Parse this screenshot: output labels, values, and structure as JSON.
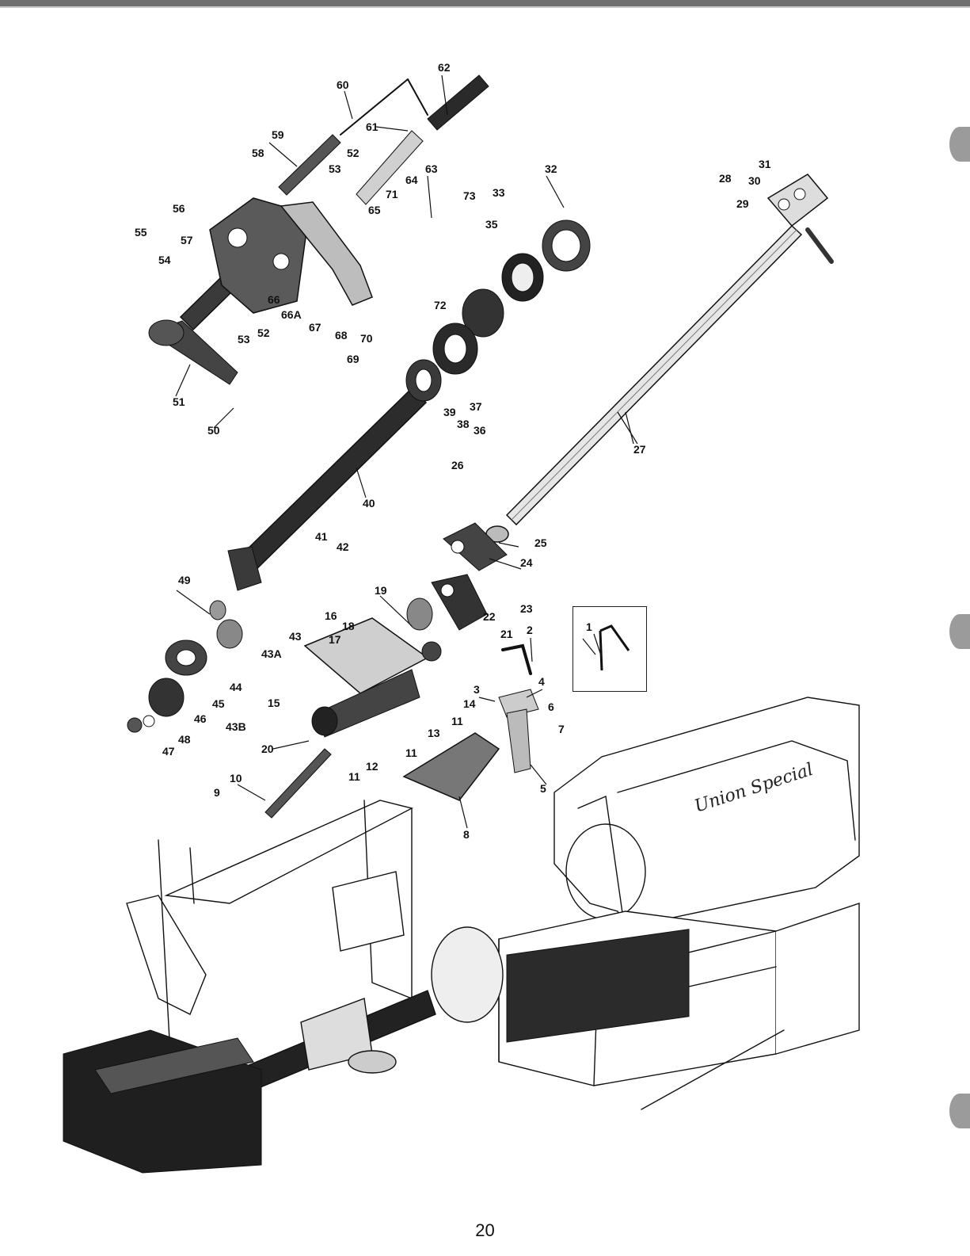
{
  "page_number": "20",
  "callouts": [
    {
      "id": "c1",
      "text": "1"
    },
    {
      "id": "c2",
      "text": "2"
    },
    {
      "id": "c3",
      "text": "3"
    },
    {
      "id": "c4",
      "text": "4"
    },
    {
      "id": "c5",
      "text": "5"
    },
    {
      "id": "c6",
      "text": "6"
    },
    {
      "id": "c7",
      "text": "7"
    },
    {
      "id": "c8",
      "text": "8"
    },
    {
      "id": "c9",
      "text": "9"
    },
    {
      "id": "c10",
      "text": "10"
    },
    {
      "id": "c11a",
      "text": "11"
    },
    {
      "id": "c11b",
      "text": "11"
    },
    {
      "id": "c11c",
      "text": "11"
    },
    {
      "id": "c12",
      "text": "12"
    },
    {
      "id": "c13",
      "text": "13"
    },
    {
      "id": "c14",
      "text": "14"
    },
    {
      "id": "c15",
      "text": "15"
    },
    {
      "id": "c16",
      "text": "16"
    },
    {
      "id": "c17",
      "text": "17"
    },
    {
      "id": "c18",
      "text": "18"
    },
    {
      "id": "c19",
      "text": "19"
    },
    {
      "id": "c20",
      "text": "20"
    },
    {
      "id": "c21",
      "text": "21"
    },
    {
      "id": "c22",
      "text": "22"
    },
    {
      "id": "c23",
      "text": "23"
    },
    {
      "id": "c24",
      "text": "24"
    },
    {
      "id": "c25",
      "text": "25"
    },
    {
      "id": "c26",
      "text": "26"
    },
    {
      "id": "c27",
      "text": "27"
    },
    {
      "id": "c28",
      "text": "28"
    },
    {
      "id": "c29",
      "text": "29"
    },
    {
      "id": "c30",
      "text": "30"
    },
    {
      "id": "c31",
      "text": "31"
    },
    {
      "id": "c32",
      "text": "32"
    },
    {
      "id": "c33",
      "text": "33"
    },
    {
      "id": "c35",
      "text": "35"
    },
    {
      "id": "c36",
      "text": "36"
    },
    {
      "id": "c37",
      "text": "37"
    },
    {
      "id": "c38",
      "text": "38"
    },
    {
      "id": "c39",
      "text": "39"
    },
    {
      "id": "c40",
      "text": "40"
    },
    {
      "id": "c41",
      "text": "41"
    },
    {
      "id": "c42",
      "text": "42"
    },
    {
      "id": "c43",
      "text": "43"
    },
    {
      "id": "c43A",
      "text": "43A"
    },
    {
      "id": "c43B",
      "text": "43B"
    },
    {
      "id": "c44",
      "text": "44"
    },
    {
      "id": "c45",
      "text": "45"
    },
    {
      "id": "c46",
      "text": "46"
    },
    {
      "id": "c47",
      "text": "47"
    },
    {
      "id": "c48",
      "text": "48"
    },
    {
      "id": "c49",
      "text": "49"
    },
    {
      "id": "c50",
      "text": "50"
    },
    {
      "id": "c51",
      "text": "51"
    },
    {
      "id": "c52a",
      "text": "52"
    },
    {
      "id": "c52b",
      "text": "52"
    },
    {
      "id": "c53a",
      "text": "53"
    },
    {
      "id": "c53b",
      "text": "53"
    },
    {
      "id": "c54",
      "text": "54"
    },
    {
      "id": "c55",
      "text": "55"
    },
    {
      "id": "c56",
      "text": "56"
    },
    {
      "id": "c57",
      "text": "57"
    },
    {
      "id": "c58",
      "text": "58"
    },
    {
      "id": "c59",
      "text": "59"
    },
    {
      "id": "c60",
      "text": "60"
    },
    {
      "id": "c61",
      "text": "61"
    },
    {
      "id": "c62",
      "text": "62"
    },
    {
      "id": "c63",
      "text": "63"
    },
    {
      "id": "c64",
      "text": "64"
    },
    {
      "id": "c65",
      "text": "65"
    },
    {
      "id": "c66",
      "text": "66"
    },
    {
      "id": "c66A",
      "text": "66A"
    },
    {
      "id": "c67",
      "text": "67"
    },
    {
      "id": "c68",
      "text": "68"
    },
    {
      "id": "c69",
      "text": "69"
    },
    {
      "id": "c70",
      "text": "70"
    },
    {
      "id": "c71",
      "text": "71"
    },
    {
      "id": "c72",
      "text": "72"
    },
    {
      "id": "c73",
      "text": "73"
    }
  ],
  "machine_logo": "Union Special",
  "colors": {
    "ink": "#111111",
    "shade": "#3a3a3a",
    "light": "#d8d8d8",
    "rule": "#6f6f6f"
  }
}
